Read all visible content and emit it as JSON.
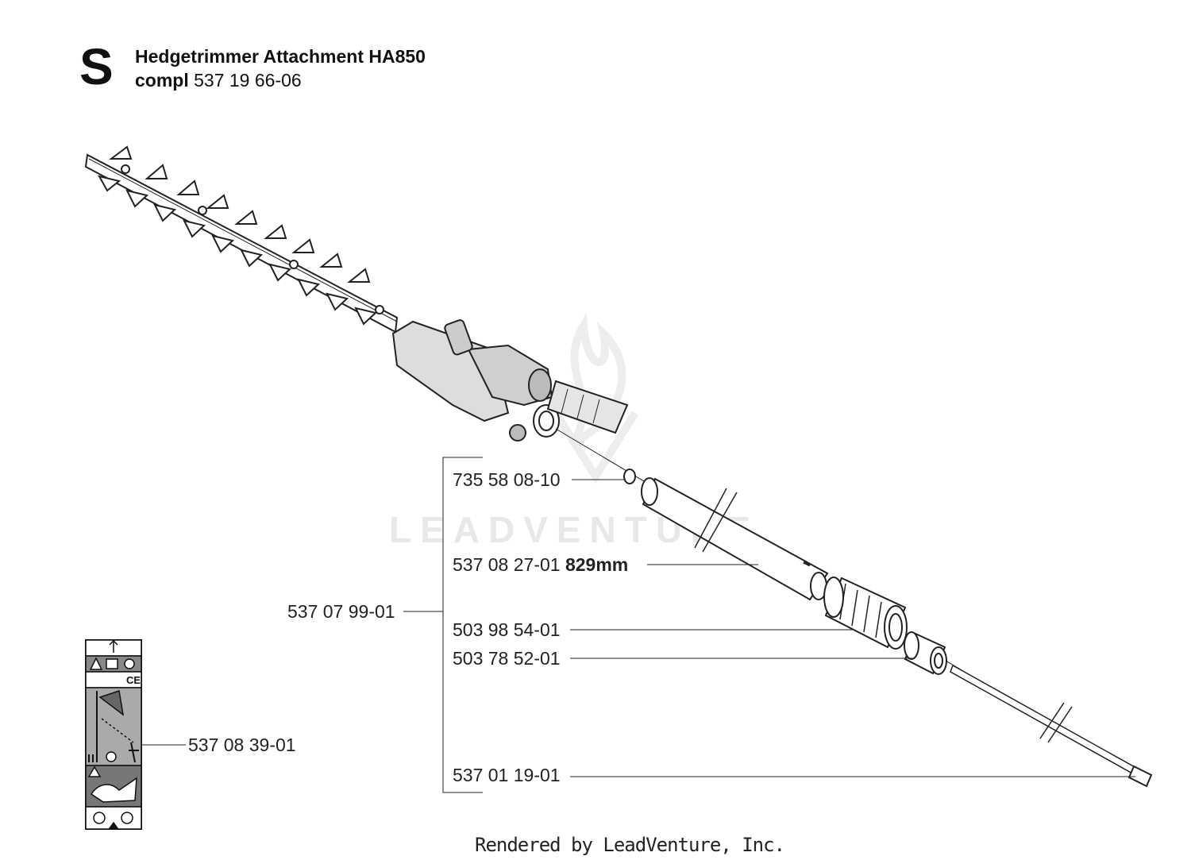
{
  "header": {
    "section_letter": "S",
    "title": "Hedgetrimmer Attachment HA850",
    "subtitle_prefix": "compl",
    "assembly_number": "537 19 66-06"
  },
  "parts": [
    {
      "number": "735 58 08-10",
      "note": ""
    },
    {
      "number": "537 08 27-01",
      "note": "829mm"
    },
    {
      "number": "503 98 54-01",
      "note": ""
    },
    {
      "number": "503 78 52-01",
      "note": ""
    },
    {
      "number": "537 01 19-01",
      "note": ""
    }
  ],
  "group_number": "537 07 99-01",
  "label_part_number": "537 08 39-01",
  "decal": {
    "ce_mark": "CE"
  },
  "watermark": "LEADVENTURE",
  "footer": "Rendered by LeadVenture, Inc."
}
